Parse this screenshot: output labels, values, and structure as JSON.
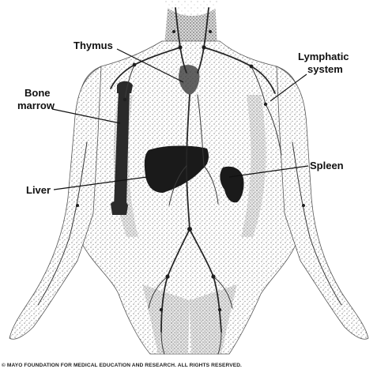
{
  "labels": {
    "thymus": "Thymus",
    "lymphatic_line1": "Lymphatic",
    "lymphatic_line2": "system",
    "bone_line1": "Bone",
    "bone_line2": "marrow",
    "spleen": "Spleen",
    "liver": "Liver"
  },
  "credit": "© MAYO FOUNDATION FOR MEDICAL EDUCATION AND RESEARCH. ALL RIGHTS RESERVED.",
  "colors": {
    "background": "#ffffff",
    "stipple": "#8a8a8a",
    "organ": "#1a1a1a",
    "vessel": "#262626"
  }
}
